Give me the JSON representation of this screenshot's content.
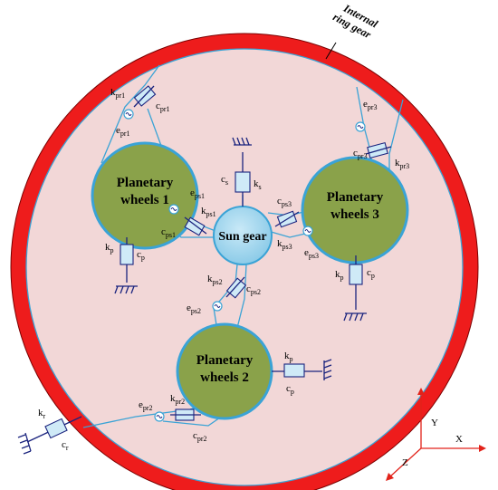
{
  "ring": {
    "label_line1": "Internal",
    "label_line2": "ring gear"
  },
  "sun": {
    "label": "Sun gear"
  },
  "planets": [
    {
      "line1": "Planetary",
      "line2": "wheels 1"
    },
    {
      "line1": "Planetary",
      "line2": "wheels 2"
    },
    {
      "line1": "Planetary",
      "line2": "wheels 3"
    }
  ],
  "labels": {
    "kpr1": [
      "k",
      "pr1"
    ],
    "cpr1": [
      "c",
      "pr1"
    ],
    "epr1": [
      "e",
      "pr1"
    ],
    "kpr2": [
      "k",
      "pr2"
    ],
    "cpr2": [
      "c",
      "pr2"
    ],
    "epr2": [
      "e",
      "pr2"
    ],
    "kpr3": [
      "k",
      "pr3"
    ],
    "cpr3": [
      "c",
      "pr3"
    ],
    "epr3": [
      "e",
      "pr3"
    ],
    "kps1": [
      "k",
      "ps1"
    ],
    "cps1": [
      "c",
      "ps1"
    ],
    "eps1": [
      "e",
      "ps1"
    ],
    "kps2": [
      "k",
      "ps2"
    ],
    "cps2": [
      "c",
      "ps2"
    ],
    "eps2": [
      "e",
      "ps2"
    ],
    "kps3": [
      "k",
      "ps3"
    ],
    "cps3": [
      "c",
      "ps3"
    ],
    "eps3": [
      "e",
      "ps3"
    ],
    "ks": [
      "k",
      "s"
    ],
    "cs": [
      "c",
      "s"
    ],
    "kr": [
      "k",
      "r"
    ],
    "cr": [
      "c",
      "r"
    ],
    "kp1": [
      "k",
      "p"
    ],
    "cp1": [
      "c",
      "p"
    ],
    "kp2": [
      "k",
      "p"
    ],
    "cp2": [
      "c",
      "p"
    ],
    "kp3": [
      "k",
      "p"
    ],
    "cp3": [
      "c",
      "p"
    ]
  },
  "axes": {
    "x": "X",
    "y": "Y",
    "z": "Z"
  },
  "colors": {
    "ring": "#ee1c1c",
    "ring_inside": "#f2d7d7",
    "planet": "#8aa24a",
    "sun": "#a6d8ef",
    "wire": "#3aa3d6",
    "element": "#1a237e",
    "axis": "#e2231a"
  }
}
